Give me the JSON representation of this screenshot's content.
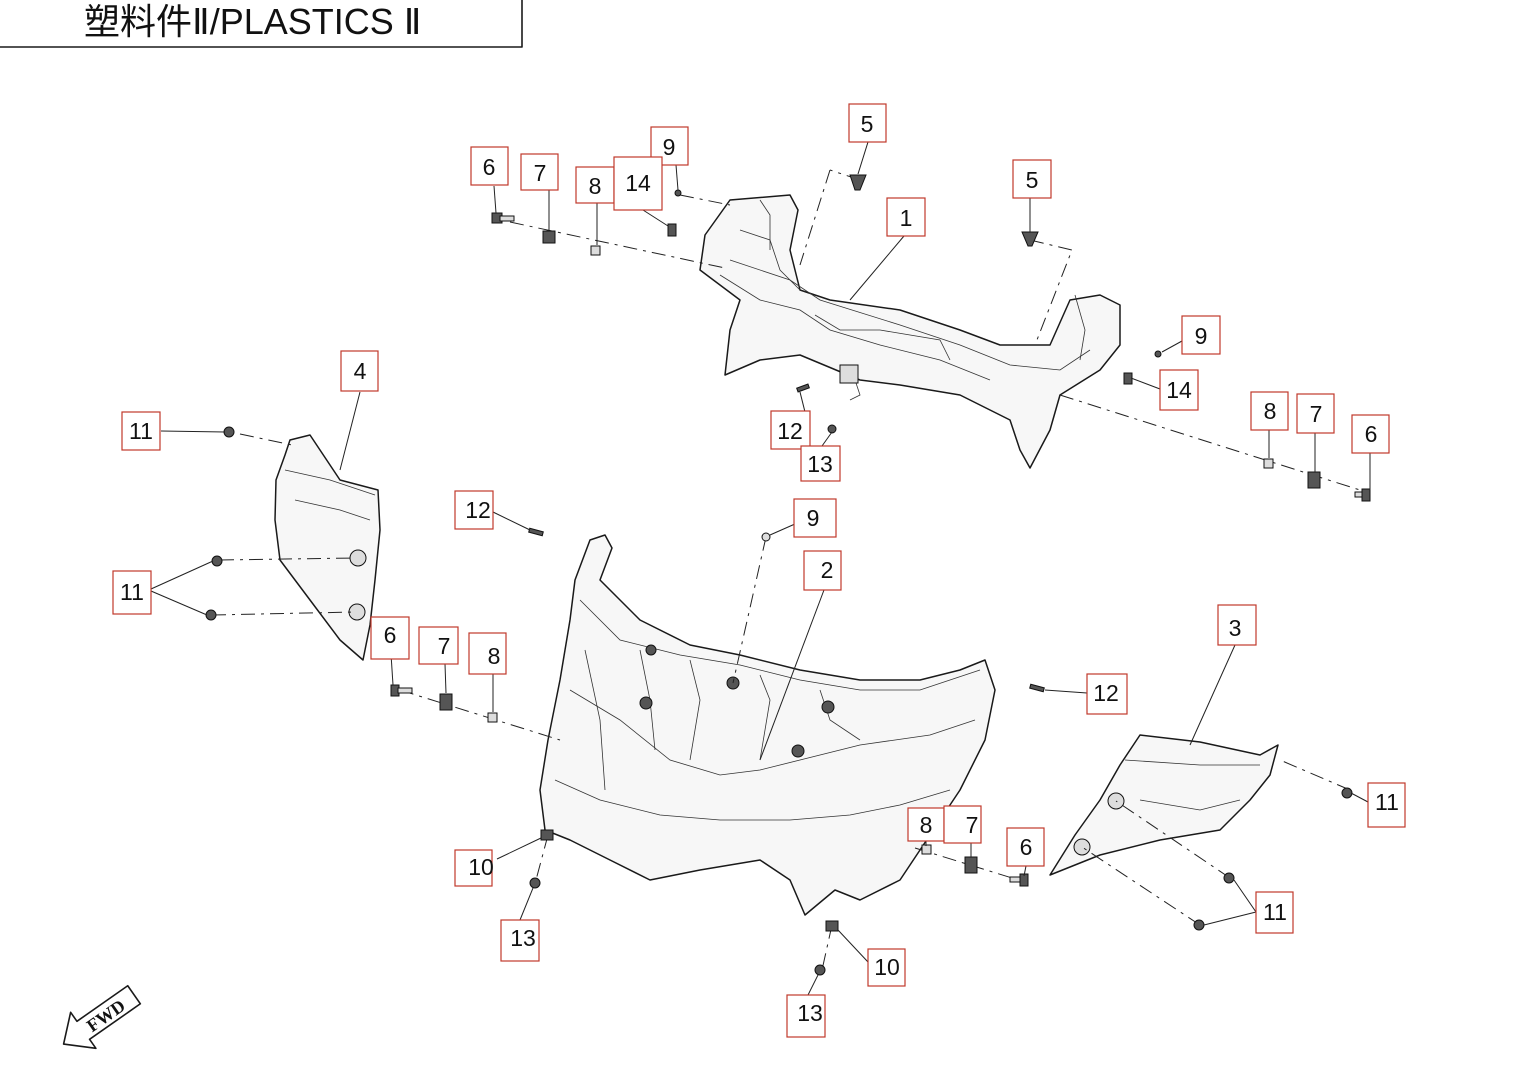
{
  "header": {
    "title": "塑料件Ⅱ/PLASTICS Ⅱ"
  },
  "fwd_label": "FWD",
  "callouts": {
    "c1": "1",
    "c2": "2",
    "c3": "3",
    "c4": "4",
    "c5a": "5",
    "c5b": "5",
    "c6a": "6",
    "c6b": "6",
    "c6c": "6",
    "c6d": "6",
    "c7a": "7",
    "c7b": "7",
    "c7c": "7",
    "c7d": "7",
    "c8a": "8",
    "c8b": "8",
    "c8c": "8",
    "c8d": "8",
    "c9a": "9",
    "c9b": "9",
    "c9c": "9",
    "c10a": "10",
    "c10b": "10",
    "c11a": "11",
    "c11b": "11",
    "c11c": "11",
    "c11d": "11",
    "c12a": "12",
    "c12b": "12",
    "c12c": "12",
    "c13a": "13",
    "c13b": "13",
    "c13c": "13",
    "c14a": "14",
    "c14b": "14"
  }
}
